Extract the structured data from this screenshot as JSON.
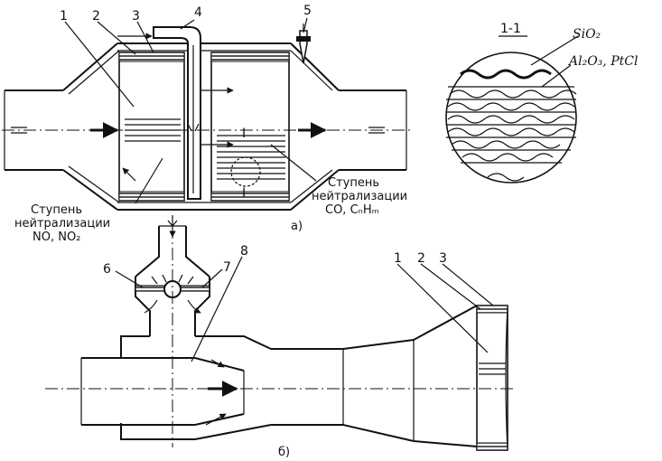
{
  "callouts_a": [
    "1",
    "2",
    "3",
    "4",
    "5"
  ],
  "callouts_b": [
    "6",
    "7",
    "8",
    "1",
    "2",
    "3"
  ],
  "section_label": "1-1",
  "section_marks": [
    "I",
    "I"
  ],
  "layer_top": "SiO₂",
  "layer_mid": "Al₂O₃, PtCl",
  "stage_nox": {
    "line1": "Ступень",
    "line2": "нейтрализации",
    "line3": "NO, NO₂"
  },
  "stage_co": {
    "line1": "Ступень",
    "line2": "нейтрализации",
    "line3": "CO, CₙHₘ"
  },
  "fig_a": "а)",
  "fig_b": "б)"
}
